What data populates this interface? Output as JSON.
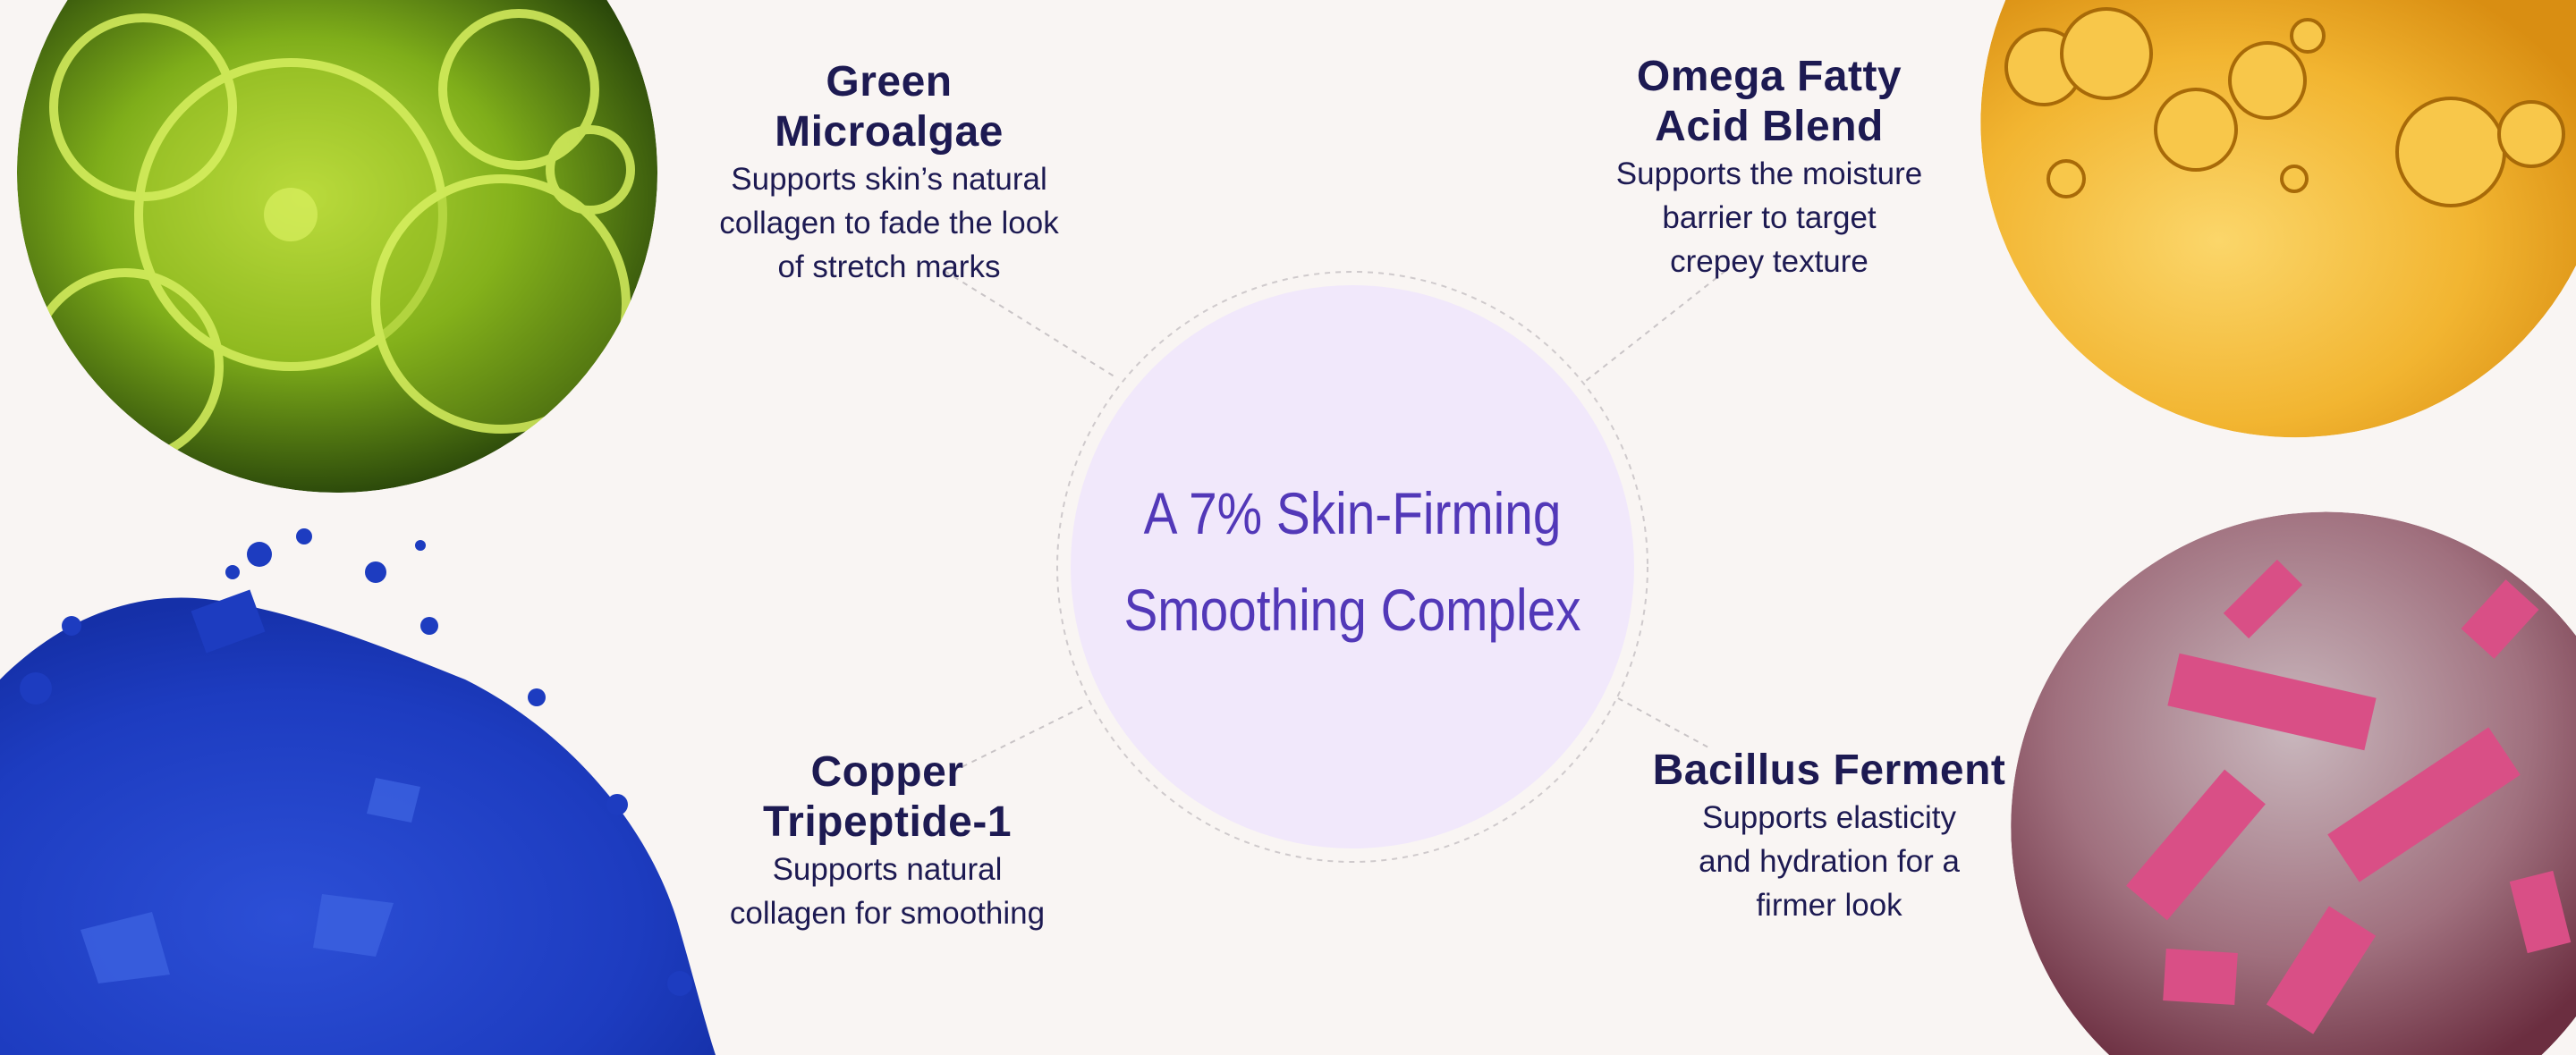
{
  "center": {
    "line1": "A 7% Skin-Firming",
    "line2": "Smoothing Complex"
  },
  "ingredients": [
    {
      "title1": "Green",
      "title2": "Microalgae",
      "body": [
        "Supports skin’s natural",
        "collagen to fade the look",
        "of stretch marks"
      ]
    },
    {
      "title1": "Omega Fatty",
      "title2": "Acid Blend",
      "body": [
        "Supports the moisture",
        "barrier to target",
        "crepey texture"
      ]
    },
    {
      "title1": "Copper",
      "title2": "Tripeptide-1",
      "body": [
        "Supports natural",
        "collagen for smoothing"
      ]
    },
    {
      "title1": "Bacillus Ferment",
      "body": [
        "Supports elasticity",
        "and hydration for a",
        "firmer look"
      ]
    }
  ],
  "colors": {
    "background": "#f9f5f3",
    "center_fill": "#f1e8fb",
    "center_text": "#5238b8",
    "body_text": "#1d1a52"
  }
}
